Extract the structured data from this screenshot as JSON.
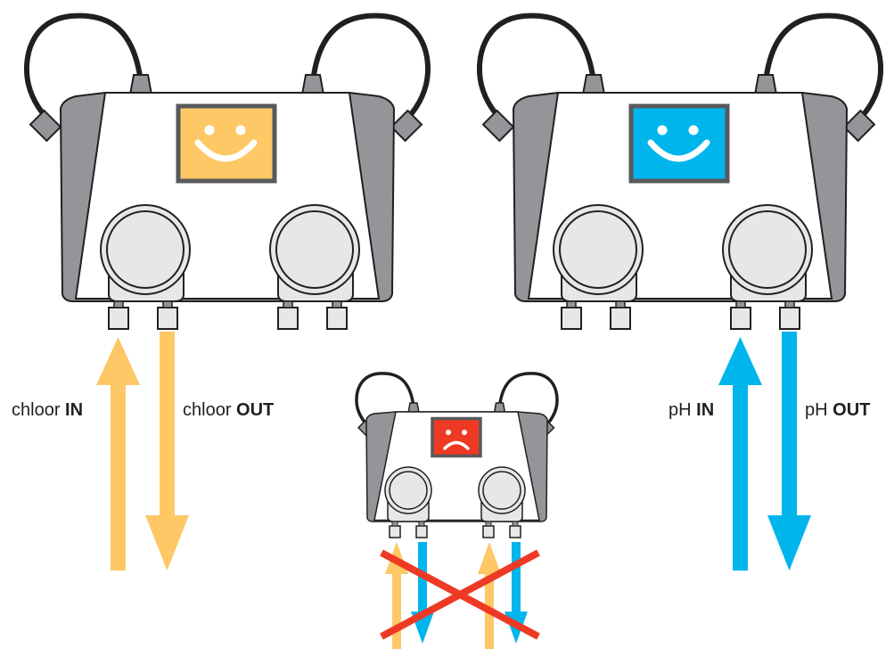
{
  "pumps": [
    {
      "id": "chlorine-pump",
      "screen_color": "#fdc865",
      "face": "happy"
    },
    {
      "id": "ph-pump",
      "screen_color": "#00b5ec",
      "face": "happy"
    },
    {
      "id": "wrong-pump",
      "screen_color": "#ee3a24",
      "face": "sad"
    }
  ],
  "labels": {
    "chlorine_in_prefix": "chloor",
    "chlorine_in_bold": "IN",
    "chlorine_out_prefix": "chloor",
    "chlorine_out_bold": "OUT",
    "ph_in_prefix": "pH",
    "ph_in_bold": "IN",
    "ph_out_prefix": "pH",
    "ph_out_bold": "OUT"
  },
  "colors": {
    "chlorine_arrow": "#fdc865",
    "ph_arrow": "#00b5ec",
    "cross": "#ee3a24",
    "housing_side": "#939598",
    "housing_outline": "#231f20",
    "pump_head": "#e6e7e8"
  },
  "icons": [
    "happy-face-icon",
    "sad-face-icon",
    "red-cross-icon"
  ]
}
